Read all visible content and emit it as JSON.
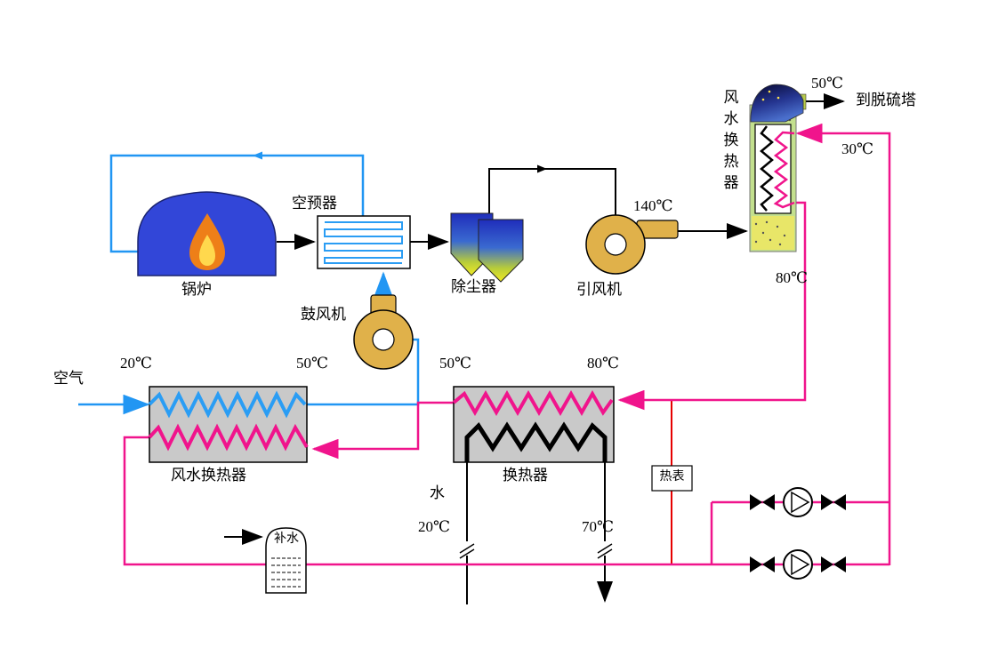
{
  "background": "#ffffff",
  "colors": {
    "flue_line": "#000000",
    "air_line": "#2196f3",
    "hot_water_line": "#f0148c",
    "meter_line": "#e60000",
    "fan_body": "#e0b14a",
    "boiler_body": "#3246d8",
    "hx_body": "#c9c9c9",
    "column_body": "#c3e08e"
  },
  "components": {
    "boiler": {
      "label": "锅炉"
    },
    "air_preheater": {
      "label": "空预器"
    },
    "blower": {
      "label": "鼓风机"
    },
    "dust_collector": {
      "label": "除尘器"
    },
    "induced_fan": {
      "label": "引风机",
      "outlet_temp": "140℃"
    },
    "flue_water_hx": {
      "label": "风水换热器",
      "stack_temp": "50℃",
      "destination": "到脱硫塔",
      "water_in_temp": "30℃",
      "water_out_temp": "80℃"
    },
    "air_water_hx": {
      "label": "风水换热器",
      "air_label": "空气",
      "air_in_temp": "20℃",
      "air_out_temp": "50℃"
    },
    "water_hx": {
      "label": "换热器",
      "hot_in_temp": "80℃",
      "hot_out_temp": "50℃",
      "water_label": "水",
      "water_in_temp": "20℃",
      "water_out_temp": "70℃"
    },
    "heat_meter": {
      "label": "热表"
    },
    "makeup_tank": {
      "label": "补水"
    }
  }
}
